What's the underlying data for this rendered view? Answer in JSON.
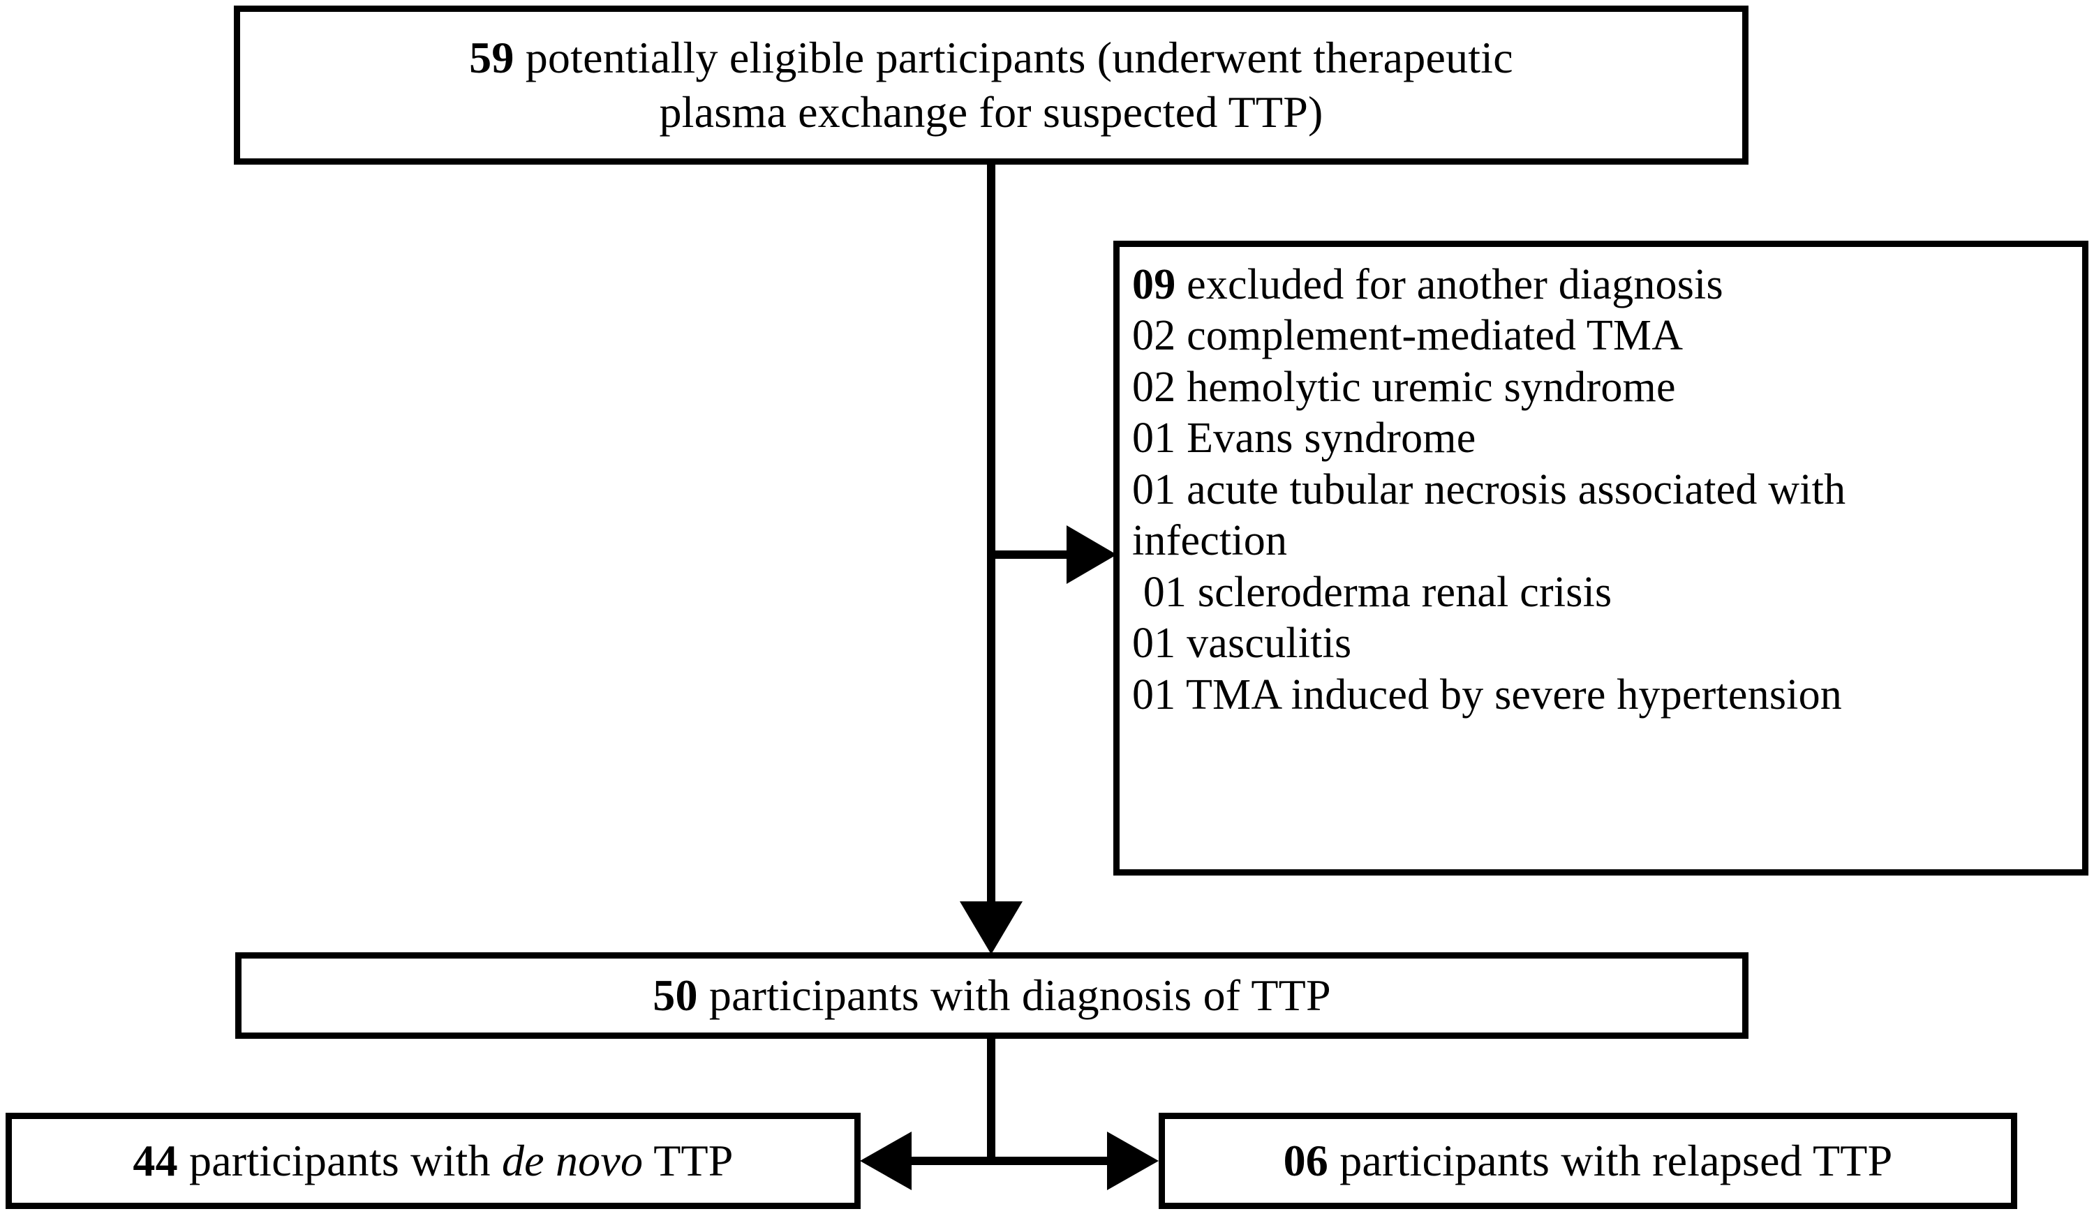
{
  "diagram": {
    "type": "participant-flow-chart",
    "title": "TTP participant flow diagram",
    "line_color": "#000000",
    "box_fill": "#ffffff",
    "nodes": {
      "eligible": {
        "count": "59",
        "text": "potentially eligible participants (underwent therapeutic plasma exchange for suspected TTP)",
        "line1_rest": " potentially eligible participants (underwent therapeutic",
        "line2": "plasma exchange for suspected TTP)"
      },
      "excluded": {
        "count": "09",
        "header_rest": " excluded for another diagnosis",
        "reasons": [
          "02 complement-mediated TMA",
          "02 hemolytic uremic syndrome",
          "01 Evans syndrome",
          "01 acute tubular necrosis associated with",
          "infection",
          " 01 scleroderma renal crisis",
          "01 vasculitis",
          "01 TMA induced by severe hypertension"
        ]
      },
      "diagnosed": {
        "count": "50",
        "rest": " participants with diagnosis of TTP"
      },
      "de_novo": {
        "count": "44",
        "rest_before": " participants with ",
        "italic": "de novo",
        "rest_after": " TTP"
      },
      "relapsed": {
        "count": "06",
        "rest": " participants with relapsed TTP"
      }
    },
    "connectors": [
      {
        "name": "eligible-to-diagnosed",
        "kind": "arrow-down"
      },
      {
        "name": "eligible-to-excluded",
        "kind": "arrow-right"
      },
      {
        "name": "diagnosed-to-de-novo",
        "kind": "arrow-left"
      },
      {
        "name": "diagnosed-to-relapsed",
        "kind": "arrow-right"
      }
    ]
  }
}
